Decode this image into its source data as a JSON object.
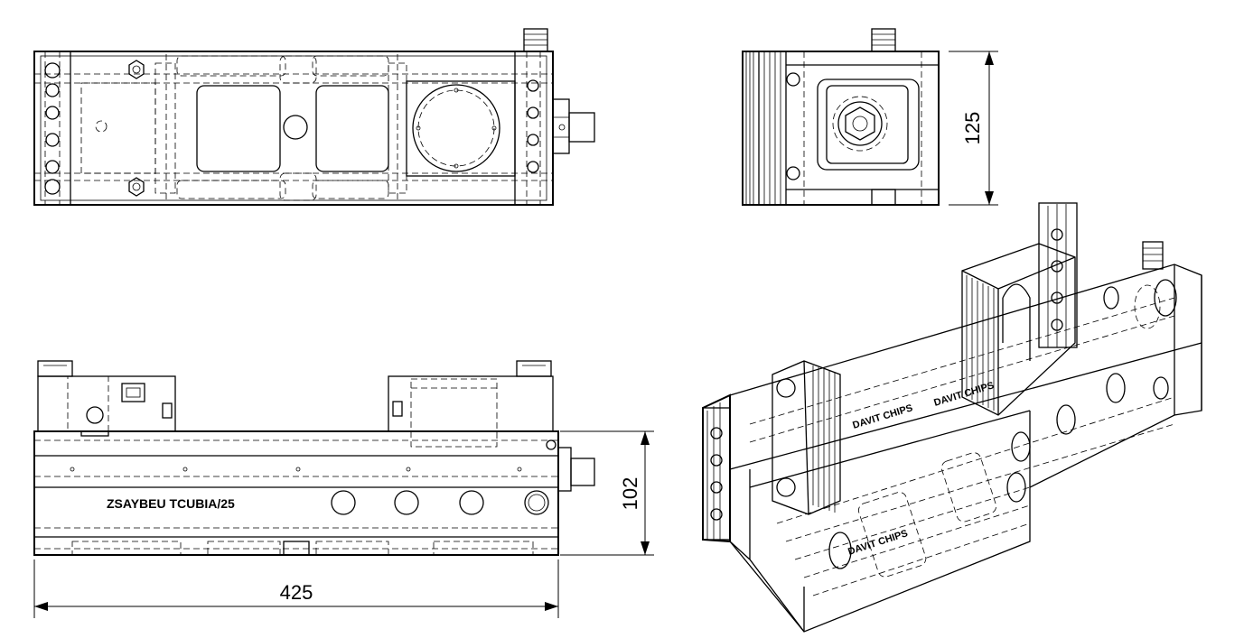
{
  "dimensions": {
    "width_top_view": "425",
    "height_front_view": "102",
    "height_side_view": "125"
  },
  "engraving": {
    "front_text": "ZSAYBEU TCUBIA/25",
    "iso_text_1": "DAVIT CHIPS",
    "iso_text_2": "DAVIT CHIPS",
    "iso_text_3": "DAVIT CHIPS"
  }
}
